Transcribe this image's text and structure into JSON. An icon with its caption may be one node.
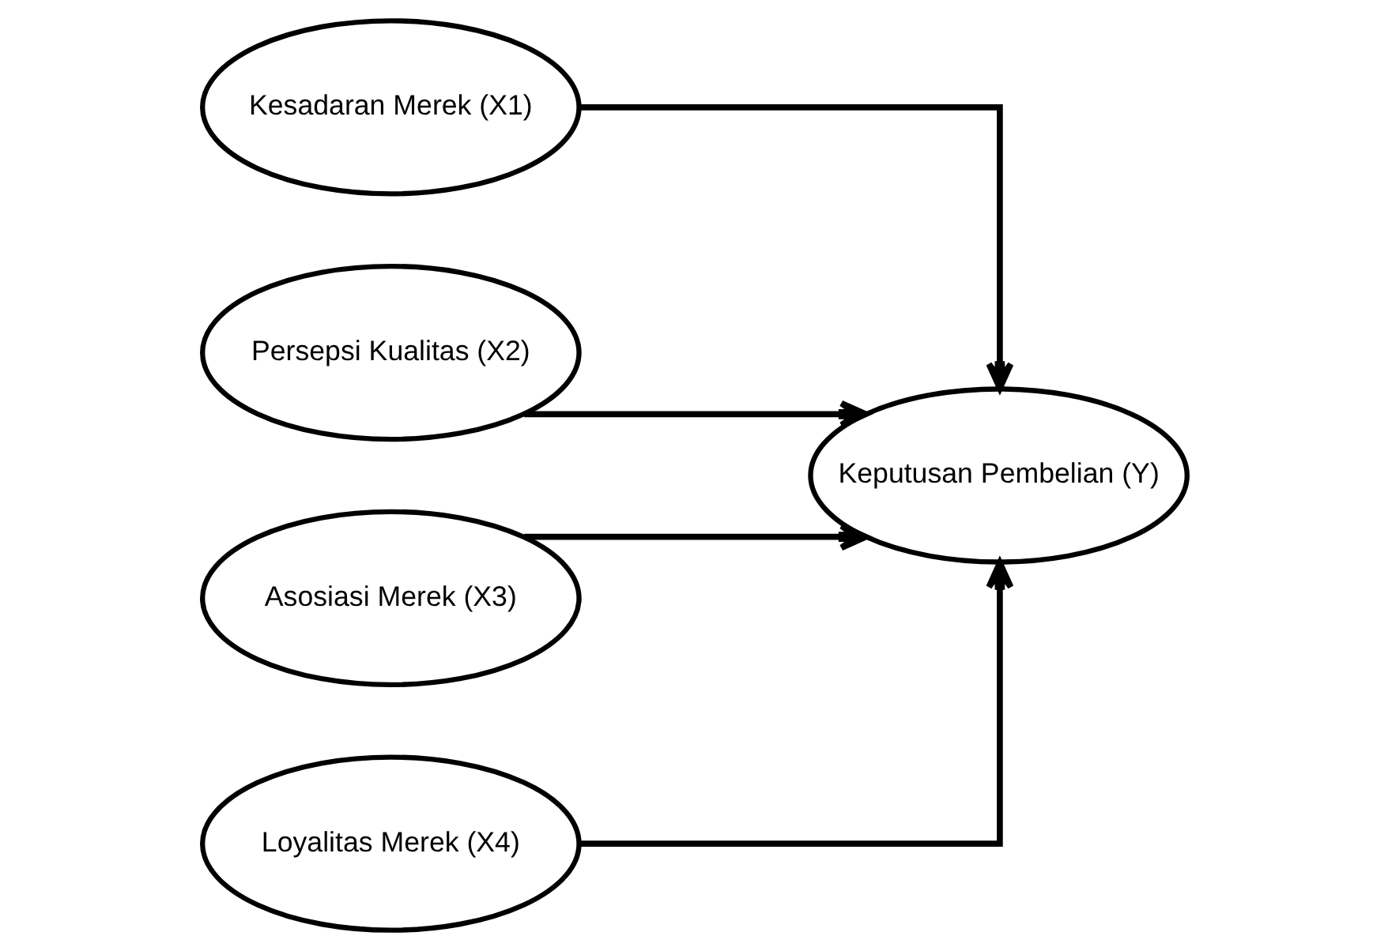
{
  "diagram": {
    "nodes": [
      {
        "text": [
          "Kesadaran Merek (X1)"
        ]
      },
      {
        "text": [
          "Persepsi Kualitas (X2)"
        ]
      },
      {
        "text": [
          "Asosiasi Merek (X3)"
        ]
      },
      {
        "text": [
          "Loyalitas Merek (X4)"
        ]
      },
      {
        "text": [
          "Keputusan Pembelian (Y)"
        ]
      }
    ],
    "edges": [
      {
        "from": 0,
        "to": 4,
        "arrow": "to"
      },
      {
        "from": 1,
        "to": 4,
        "arrow": "to"
      },
      {
        "from": 2,
        "to": 4,
        "arrow": "to"
      },
      {
        "from": 3,
        "to": 4,
        "arrow": "to"
      }
    ]
  }
}
